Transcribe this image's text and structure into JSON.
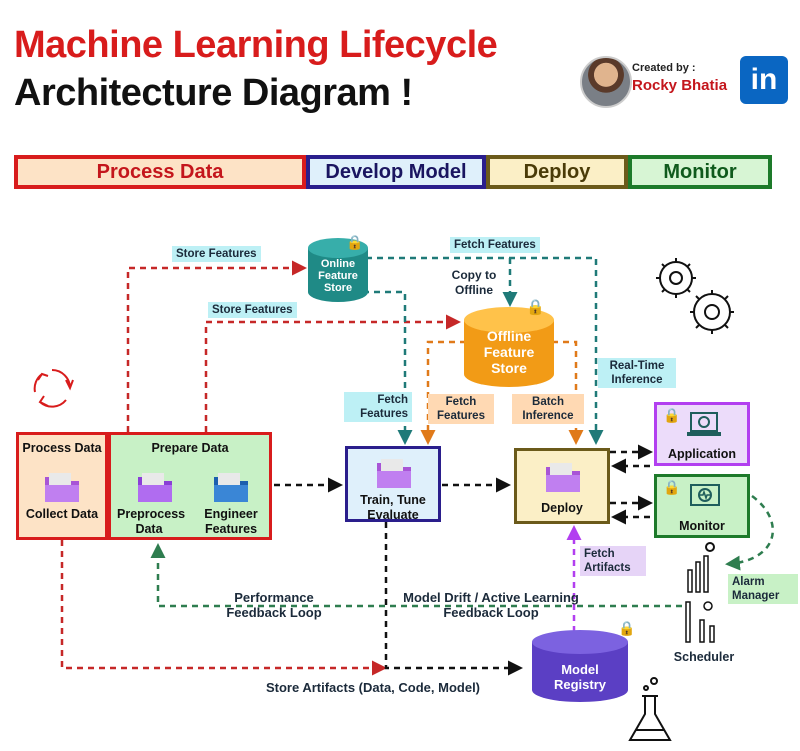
{
  "header": {
    "title_line1": "Machine Learning Lifecycle",
    "title_line2": "Architecture Diagram !",
    "created_by": "Created by :",
    "author": "Rocky Bhatia",
    "linkedin_logo": "in"
  },
  "phases": [
    {
      "label": "Process Data",
      "color": "#d81c1c",
      "fill": "#fde3c6"
    },
    {
      "label": "Develop Model",
      "color": "#2a1e8c",
      "fill": "#dff0fb"
    },
    {
      "label": "Deploy",
      "color": "#6b5a1a",
      "fill": "#fbefc6"
    },
    {
      "label": "Monitor",
      "color": "#1d7a2a",
      "fill": "#d7f5d4"
    }
  ],
  "stores": {
    "online": "Online Feature Store",
    "offline": "Offline Feature Store",
    "registry": "Model Registry"
  },
  "boxes": {
    "process_data": {
      "title": "Process Data",
      "item": "Collect Data"
    },
    "prepare_data": {
      "title": "Prepare Data",
      "item1": "Preprocess Data",
      "item2": "Engineer Features"
    },
    "train": "Train, Tune Evaluate",
    "deploy": "Deploy",
    "application": "Application",
    "monitor": "Monitor",
    "scheduler": "Scheduler"
  },
  "labels": {
    "store_features_1": "Store Features",
    "store_features_2": "Store Features",
    "fetch_features_top": "Fetch Features",
    "copy_to_offline": "Copy to Offline",
    "fetch_features_cyan": "Fetch Features",
    "fetch_features_orange": "Fetch Features",
    "batch_inference": "Batch Inference",
    "realtime_inference": "Real-Time Inference",
    "fetch_artifacts": "Fetch Artifacts",
    "alarm_manager": "Alarm Manager",
    "performance_loop": "Performance Feedback Loop",
    "drift_loop": "Model Drift / Active Learning Feedback Loop",
    "store_artifacts": "Store Artifacts (Data, Code, Model)"
  },
  "icons": [
    "cycle-arrows-icon",
    "gears-icon",
    "lock-icon",
    "folder-icon",
    "laptop-gear-icon",
    "monitor-chart-icon",
    "flask-icon",
    "scheduler-icon"
  ]
}
